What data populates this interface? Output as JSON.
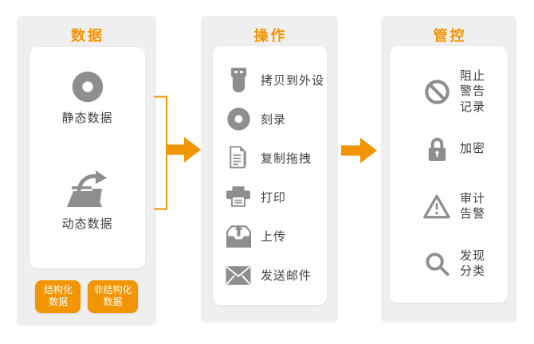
{
  "palette": {
    "accent_orange": "#F29502",
    "panel_gray": "#EFEFEF",
    "card_white": "#FFFFFF",
    "icon_gray": "#8E8E8E",
    "label_dark": "#3F3F3F"
  },
  "columns": {
    "data": {
      "title": "数据",
      "items": [
        {
          "icon": "disc-icon",
          "label": "静态数据"
        },
        {
          "icon": "folder-export-icon",
          "label": "动态数据"
        }
      ],
      "tags": [
        {
          "label": "结构化\n数据"
        },
        {
          "label": "非结构化\n数据"
        }
      ]
    },
    "operations": {
      "title": "操作",
      "items": [
        {
          "icon": "usb-icon",
          "label": "拷贝到外设"
        },
        {
          "icon": "disc-icon",
          "label": "刻录"
        },
        {
          "icon": "copy-document-icon",
          "label": "复制拖拽"
        },
        {
          "icon": "printer-icon",
          "label": "打印"
        },
        {
          "icon": "upload-tray-icon",
          "label": "上传"
        },
        {
          "icon": "mail-icon",
          "label": "发送邮件"
        }
      ]
    },
    "control": {
      "title": "管控",
      "items": [
        {
          "icon": "ban-icon",
          "label": "阻止\n警告\n记录"
        },
        {
          "icon": "lock-icon",
          "label": "加密"
        },
        {
          "icon": "warning-icon",
          "label": "审计\n告警"
        },
        {
          "icon": "search-icon",
          "label": "发现\n分类"
        }
      ]
    }
  }
}
